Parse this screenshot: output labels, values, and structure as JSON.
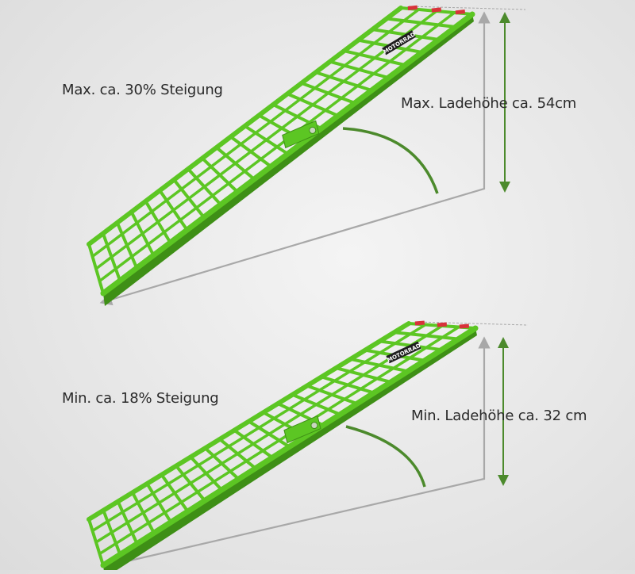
{
  "panels": [
    {
      "slope_label": "Max. ca. 30% Steigung",
      "height_label": "Max. Ladehöhe ca. 54cm",
      "brand_text": "MOTORRAD"
    },
    {
      "slope_label": "Min. ca. 18% Steigung",
      "height_label": "Min. Ladehöhe ca. 32 cm",
      "brand_text": "MOTORRAD"
    }
  ],
  "colors": {
    "ramp_green": "#5cc623",
    "ramp_dark": "#3e8f16",
    "arc_green": "#4c8a2c",
    "guide_gray": "#a8a8a8",
    "tip_red": "#d8323a"
  }
}
